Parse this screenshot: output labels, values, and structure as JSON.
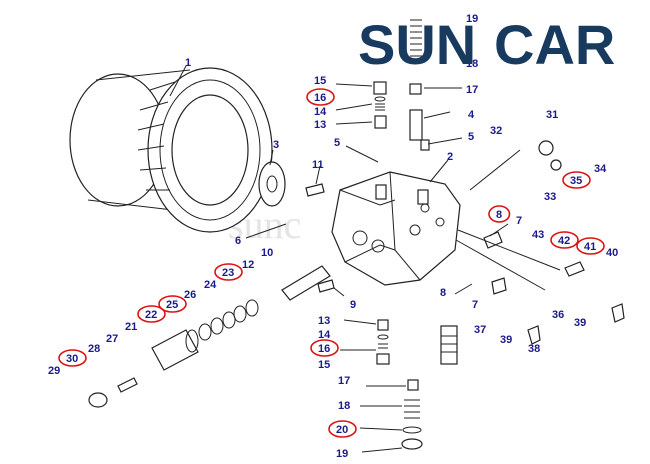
{
  "brand": {
    "text_a": "SUN",
    "text_b": "CAR",
    "color_dark": "#173a5e",
    "color_accent": "#1fa8d8"
  },
  "watermark": {
    "text": "sunc"
  },
  "highlight_color": "#dd1111",
  "labels": [
    {
      "id": "l1",
      "text": "1"
    },
    {
      "id": "l2",
      "text": "2"
    },
    {
      "id": "l3",
      "text": "3"
    },
    {
      "id": "l4",
      "text": "4"
    },
    {
      "id": "l5a",
      "text": "5"
    },
    {
      "id": "l5b",
      "text": "5"
    },
    {
      "id": "l6",
      "text": "6"
    },
    {
      "id": "l7a",
      "text": "7"
    },
    {
      "id": "l7b",
      "text": "7"
    },
    {
      "id": "l8a",
      "text": "8"
    },
    {
      "id": "l8b",
      "text": "8"
    },
    {
      "id": "l9",
      "text": "9"
    },
    {
      "id": "l10",
      "text": "10"
    },
    {
      "id": "l11",
      "text": "11"
    },
    {
      "id": "l12",
      "text": "12"
    },
    {
      "id": "l13a",
      "text": "13"
    },
    {
      "id": "l13b",
      "text": "13"
    },
    {
      "id": "l14a",
      "text": "14"
    },
    {
      "id": "l14b",
      "text": "14"
    },
    {
      "id": "l15a",
      "text": "15"
    },
    {
      "id": "l15b",
      "text": "15"
    },
    {
      "id": "l16a",
      "text": "16"
    },
    {
      "id": "l16b",
      "text": "16"
    },
    {
      "id": "l17a",
      "text": "17"
    },
    {
      "id": "l17b",
      "text": "17"
    },
    {
      "id": "l18a",
      "text": "18"
    },
    {
      "id": "l18b",
      "text": "18"
    },
    {
      "id": "l19a",
      "text": "19"
    },
    {
      "id": "l19b",
      "text": "19"
    },
    {
      "id": "l20",
      "text": "20"
    },
    {
      "id": "l21",
      "text": "21"
    },
    {
      "id": "l22",
      "text": "22"
    },
    {
      "id": "l23",
      "text": "23"
    },
    {
      "id": "l24",
      "text": "24"
    },
    {
      "id": "l25",
      "text": "25"
    },
    {
      "id": "l26",
      "text": "26"
    },
    {
      "id": "l27",
      "text": "27"
    },
    {
      "id": "l28",
      "text": "28"
    },
    {
      "id": "l29",
      "text": "29"
    },
    {
      "id": "l30",
      "text": "30"
    },
    {
      "id": "l31",
      "text": "31"
    },
    {
      "id": "l32",
      "text": "32"
    },
    {
      "id": "l33",
      "text": "33"
    },
    {
      "id": "l34",
      "text": "34"
    },
    {
      "id": "l35",
      "text": "35"
    },
    {
      "id": "l36",
      "text": "36"
    },
    {
      "id": "l37",
      "text": "37"
    },
    {
      "id": "l38a",
      "text": "38"
    },
    {
      "id": "l39a",
      "text": "39"
    },
    {
      "id": "l39b",
      "text": "39"
    },
    {
      "id": "l40",
      "text": "40"
    },
    {
      "id": "l41",
      "text": "41"
    },
    {
      "id": "l42",
      "text": "42"
    },
    {
      "id": "l43",
      "text": "43"
    }
  ],
  "circled": [
    "l16a",
    "l16b",
    "l20",
    "l22",
    "l23",
    "l25",
    "l30",
    "l35",
    "l41",
    "l42",
    "l8a"
  ]
}
